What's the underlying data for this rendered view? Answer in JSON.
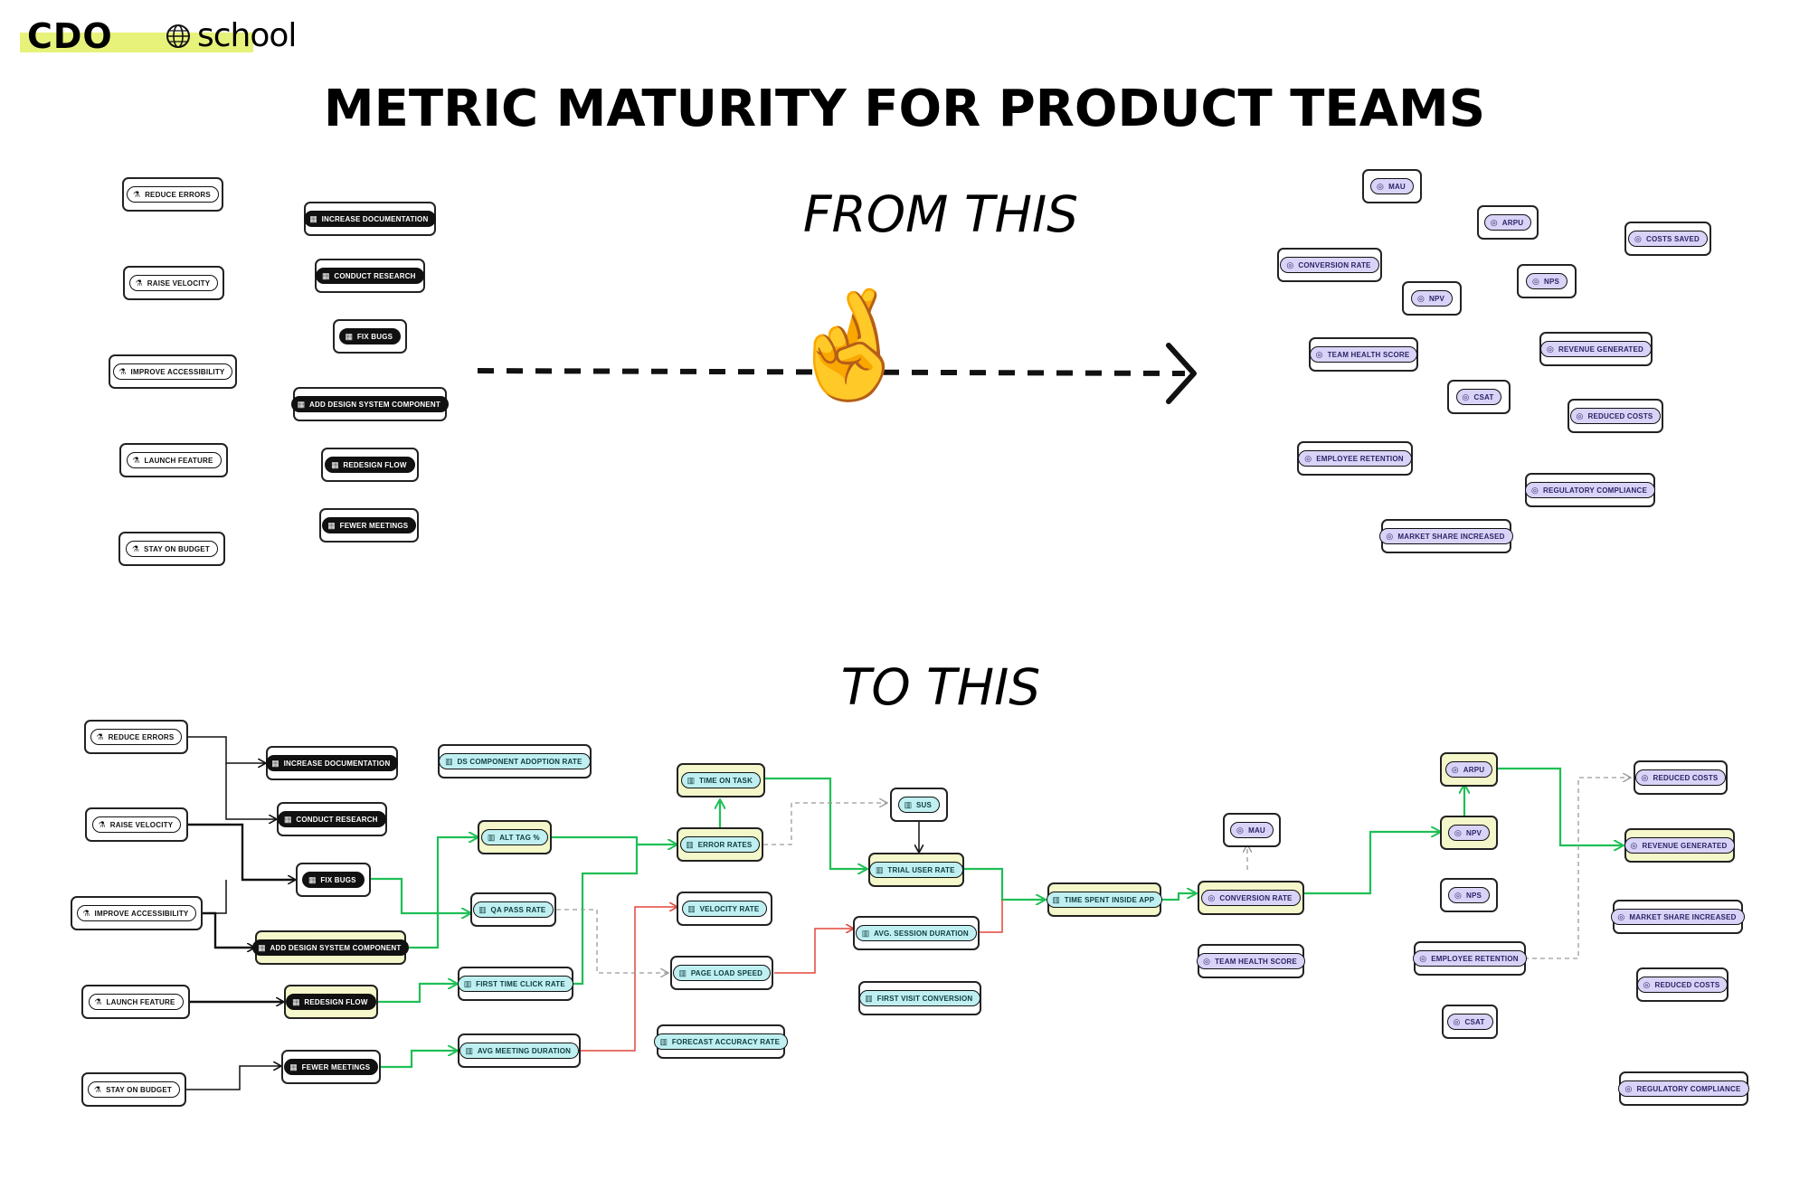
{
  "brand": {
    "name_bold": "CDO",
    "name_light": "school",
    "logo_icon": "globe-icon"
  },
  "title": "METRIC MATURITY FOR PRODUCT TEAMS",
  "from_label": "FROM THIS",
  "to_label": "TO THIS",
  "crossed_fingers": "🤞",
  "top": {
    "goals": [
      "REDUCE ERRORS",
      "RAISE VELOCITY",
      "IMPROVE ACCESSIBILITY",
      "LAUNCH FEATURE",
      "STAY ON BUDGET"
    ],
    "tasks": [
      "INCREASE DOCUMENTATION",
      "CONDUCT RESEARCH",
      "FIX BUGS",
      "ADD DESIGN SYSTEM COMPONENT",
      "REDESIGN FLOW",
      "FEWER MEETINGS"
    ],
    "outcomes": [
      "MAU",
      "ARPU",
      "COSTS SAVED",
      "CONVERSION RATE",
      "NPS",
      "NPV",
      "REVENUE GENERATED",
      "TEAM HEALTH SCORE",
      "CSAT",
      "REDUCED COSTS",
      "EMPLOYEE RETENTION",
      "REGULATORY COMPLIANCE",
      "MARKET SHARE INCREASED"
    ]
  },
  "bottom": {
    "goals": [
      "REDUCE ERRORS",
      "RAISE VELOCITY",
      "IMPROVE ACCESSIBILITY",
      "LAUNCH FEATURE",
      "STAY ON BUDGET"
    ],
    "tasks": [
      "INCREASE DOCUMENTATION",
      "CONDUCT RESEARCH",
      "FIX BUGS",
      "ADD DESIGN SYSTEM COMPONENT",
      "REDESIGN FLOW",
      "FEWER MEETINGS"
    ],
    "metrics": [
      "DS COMPONENT ADOPTION RATE",
      "ALT TAG %",
      "QA PASS RATE",
      "FIRST TIME CLICK RATE",
      "AVG MEETING DURATION",
      "TIME ON TASK",
      "ERROR RATES",
      "VELOCITY RATE",
      "PAGE LOAD SPEED",
      "FORECAST ACCURACY RATE",
      "SUS",
      "TRIAL USER RATE",
      "AVG. SESSION DURATION",
      "FIRST VISIT CONVERSION",
      "TIME SPENT INSIDE APP"
    ],
    "outcomes": [
      "MAU",
      "CONVERSION RATE",
      "TEAM HEALTH SCORE",
      "ARPU",
      "NPV",
      "NPS",
      "EMPLOYEE RETENTION",
      "CSAT",
      "REDUCED COSTS",
      "REVENUE GENERATED",
      "MARKET SHARE INCREASED",
      "REDUCED COSTS",
      "REGULATORY COMPLIANCE"
    ]
  },
  "colors": {
    "task_pill": "#111111",
    "metric_pill": "#bfeff0",
    "outcome_pill": "#d8d3f7",
    "highlight_card": "#f4f7c9",
    "green_link": "#1fbf55",
    "red_link": "#e0463a",
    "grey_link": "#9a9a9a"
  },
  "icons": {
    "goal": "flask-icon",
    "task": "calendar-icon",
    "metric": "bar-chart-icon",
    "outcome": "target-icon"
  }
}
